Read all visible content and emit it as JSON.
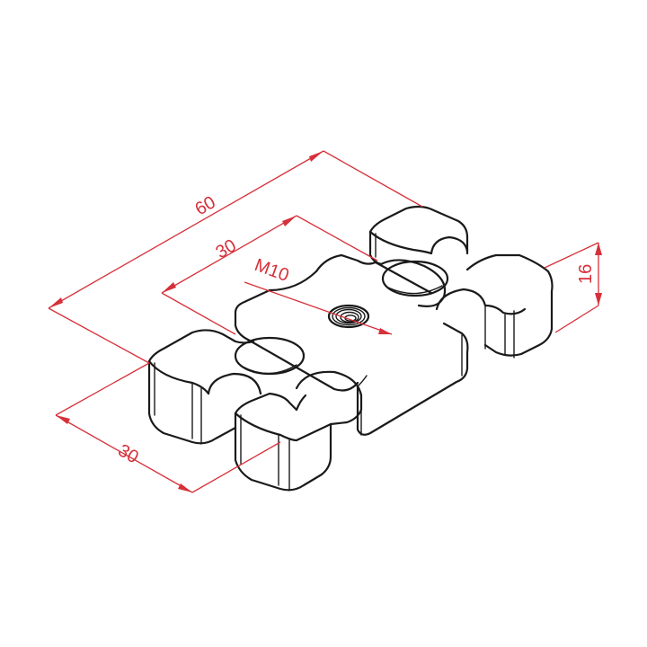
{
  "dimensions": {
    "overall_length": "60",
    "inner_length": "30",
    "width": "30",
    "height": "16",
    "thread": "M10"
  },
  "colors": {
    "outline": "#1a1a1a",
    "dimension": "#d6303a",
    "background": "#ffffff"
  }
}
